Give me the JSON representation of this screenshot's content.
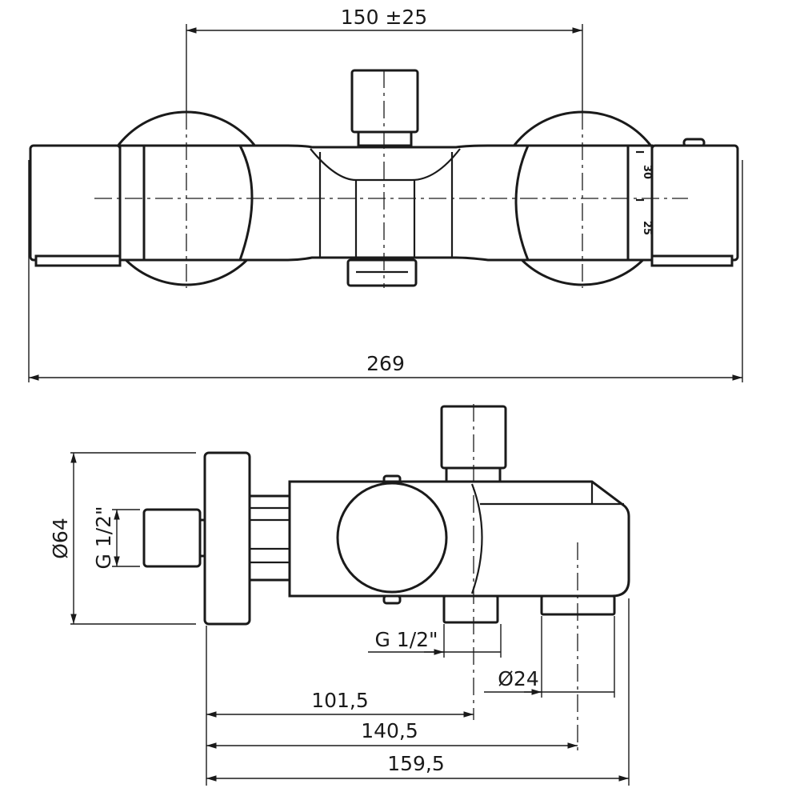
{
  "top_view": {
    "dim_centers": "150 ±25",
    "dim_overall": "269",
    "scale_marks": [
      "30",
      "25"
    ]
  },
  "side_view": {
    "dim_flange_diameter": "Ø64",
    "dim_inlet_thread": "G 1/2\"",
    "dim_outlet_thread": "G 1/2\"",
    "dim_outlet_diameter": "Ø24",
    "dim_a": "101,5",
    "dim_b": "140,5",
    "dim_c": "159,5"
  }
}
